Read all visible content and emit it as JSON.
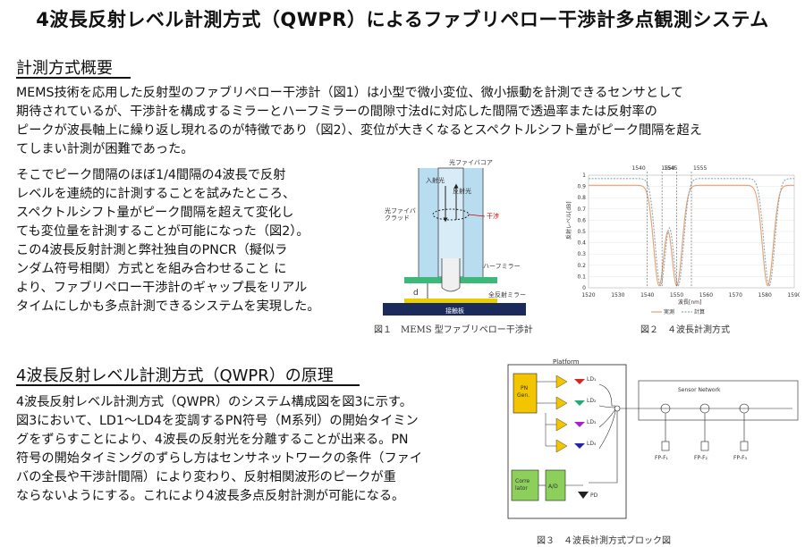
{
  "title": "4波長反射レベル計測方式（QWPR）によるファブリペロー干渉計多点観測システム",
  "section1": {
    "heading": "計測方式概要",
    "lines_full": [
      "MEMS技術を応用した反射型のファブリペロー干渉計（図1）は小型で微小変位、微小振動を計測できるセンサとして",
      "期待されているが、干渉計を構成するミラーとハーフミラーの間隙寸法dに対応した間隔で透過率または反射率の",
      "ピークが波長軸上に繰り返し現れるのが特徴であり（図2）、変位が大きくなるとスペクトルシフト量がピーク間隔を超え",
      "てしまい計測が困難であった。"
    ],
    "lines_left": [
      "そこでピーク間隔のほぼ1/4間隔の4波長で反射",
      "レベルを連続的に計測することを試みたところ、",
      "スペクトルシフト量がピーク間隔を超えて変化し",
      "ても変位量を計測することが可能になった（図2）。",
      "この4波長反射計測と弊社独自のPNCR（擬似ラ",
      "ンダム符号相関）方式とを組み合わせること に",
      "より、ファブリペロー干渉計のギャップ長をリアル",
      "タイムにしかも多点計測できるシステムを実現した。"
    ]
  },
  "fig1": {
    "caption": "図１　MEMS 型ファブリペロー干渉計",
    "labels": {
      "core": "光ファイバコア",
      "incident": "入射光",
      "reflected": "反射光",
      "interference": "干渉",
      "cladding1": "光ファイバ",
      "cladding2": "クラッド",
      "half_mirror": "ハーフミラー",
      "full_mirror": "全反射ミラー",
      "substrate": "接触板",
      "gap": "d"
    }
  },
  "fig2": {
    "caption": "図２　４波長計測方式",
    "marks": [
      "1540",
      "1545",
      "1550",
      "1555"
    ],
    "ylabel": "反射レベル[dB]",
    "xlabel": "波長[nm]",
    "legend": [
      "実測",
      "計算"
    ],
    "chart_data": {
      "type": "line",
      "x_ticks": [
        "1520",
        "1530",
        "1540",
        "1550",
        "1560",
        "1570",
        "1580",
        "1590"
      ],
      "y_ticks": [
        "0",
        "0.1",
        "0.2",
        "0.3",
        "0.4",
        "0.5",
        "0.6",
        "0.7",
        "0.8",
        "0.9",
        "1"
      ],
      "xlim": [
        1520,
        1590
      ],
      "ylim": [
        0,
        1
      ],
      "minima": [
        1544,
        1550,
        1581
      ],
      "series": [
        {
          "name": "実測",
          "color": "#e8a070",
          "peak": 0.91
        },
        {
          "name": "計算",
          "color": "#8aa8b8",
          "peak": 0.97
        }
      ]
    }
  },
  "section2": {
    "heading": "4波長反射レベル計測方式（QWPR）の原理",
    "lines": [
      "4波長反射レベル計測方式（QWPR）のシステム構成図を図3に示す。",
      "図3において、LD1～LD4を変調するPN符号（M系列）の開始タイミン",
      "グをずらすことにより、4波長の反射光を分離することが出来る。PN",
      "符号の開始タイミングのずらし方はセンサネットワークの条件（ファイ",
      "バの全長や干渉計間隔）により変わり、反射相関波形のピークが重",
      "ならないようにする。これにより4波長多点反射計測が可能になる。"
    ]
  },
  "fig3": {
    "caption": "図３　４波長計測方式ブロック図",
    "platform": "Platform",
    "pn": [
      "PN",
      "Gen."
    ],
    "lds": [
      "LD₁",
      "LD₂",
      "LD₃",
      "LD₄"
    ],
    "correlator": [
      "Corre",
      "lator"
    ],
    "ad": "A/D",
    "pd": "PD",
    "network": "Sensor Network",
    "fps": [
      "FP-F₁",
      "FP-F₂",
      "FP-F₃"
    ]
  }
}
